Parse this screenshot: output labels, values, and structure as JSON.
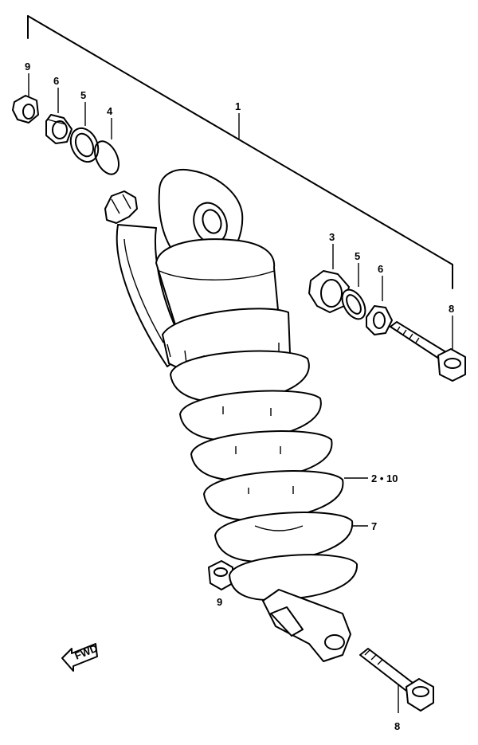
{
  "callouts": {
    "c1": "1",
    "c2_10": "2 • 10",
    "c3": "3",
    "c4": "4",
    "c5_top": "5",
    "c5_right": "5",
    "c6_top": "6",
    "c6_right": "6",
    "c7": "7",
    "c8_right": "8",
    "c8_bottom": "8",
    "c9_top": "9",
    "c9_bottom": "9"
  },
  "fwd_marker": {
    "text": "FWD"
  },
  "icons": [
    "fwd-arrow-icon"
  ]
}
